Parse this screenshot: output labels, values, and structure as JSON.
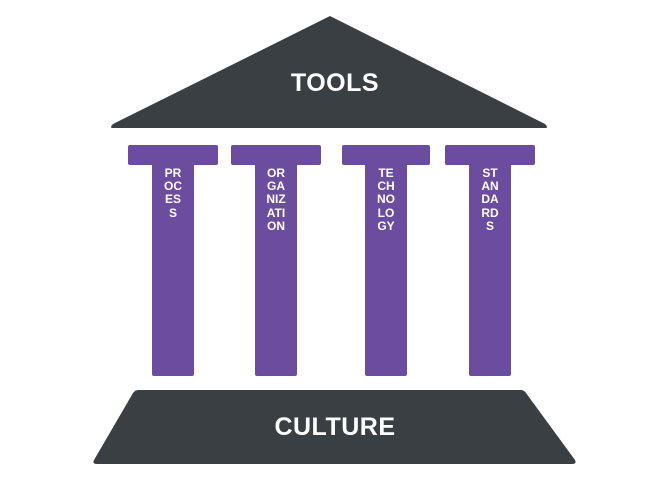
{
  "colors": {
    "dark": "#3a3f44",
    "purple": "#6b4c9f",
    "text": "#ffffff"
  },
  "roof": {
    "label": "TOOLS"
  },
  "base": {
    "label": "CULTURE"
  },
  "pillars": [
    {
      "label": "PROCESS"
    },
    {
      "label": "ORGANIZATION"
    },
    {
      "label": "TECHNOLOGY"
    },
    {
      "label": "STANDARDS"
    }
  ]
}
